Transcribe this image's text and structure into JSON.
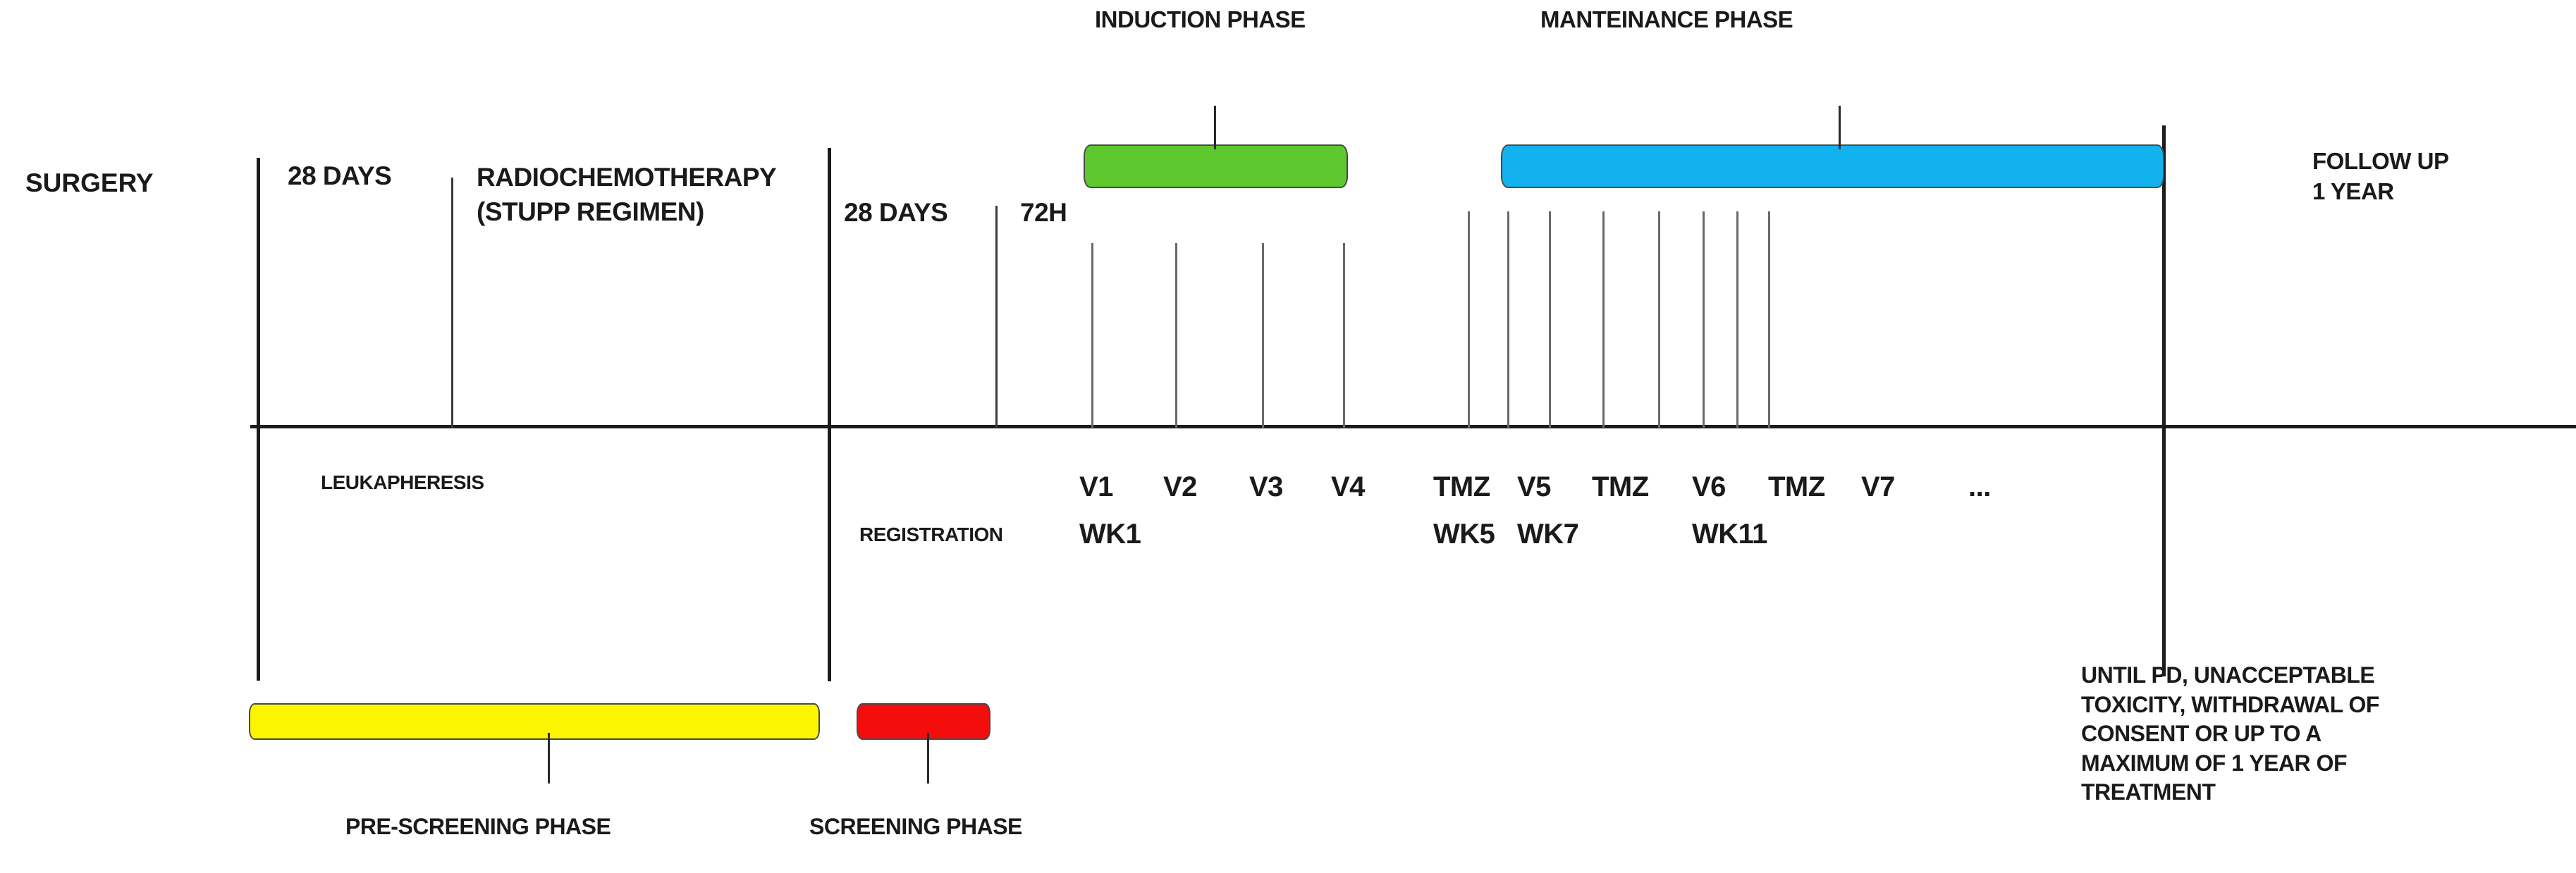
{
  "diagram": {
    "title_phases": {
      "induction": "INDUCTION PHASE",
      "maintenance": "MANTEINANCE PHASE"
    },
    "timeline_left_label": "SURGERY",
    "segments": [
      {
        "name": "interval-1",
        "label": "28 DAYS"
      },
      {
        "name": "radiochemotherapy",
        "label_line1": "RADIOCHEMOTHERAPY",
        "label_line2": "(STUPP REGIMEN)"
      },
      {
        "name": "interval-2",
        "label": "28 DAYS"
      },
      {
        "name": "interval-72h",
        "label": "72H"
      }
    ],
    "below_axis": {
      "leukapheresis": "LEUKAPHERESIS",
      "registration": "REGISTRATION"
    },
    "follow_up": {
      "line1": "FOLLOW UP",
      "line2": "1 YEAR"
    },
    "visits": [
      {
        "name": "v1",
        "top": "V1",
        "bottom": "WK1"
      },
      {
        "name": "v2",
        "top": "V2",
        "bottom": ""
      },
      {
        "name": "v3",
        "top": "V3",
        "bottom": ""
      },
      {
        "name": "v4",
        "top": "V4",
        "bottom": ""
      },
      {
        "name": "tmz-1",
        "top": "TMZ",
        "bottom": "WK5"
      },
      {
        "name": "v5",
        "top": "V5",
        "bottom": "WK7"
      },
      {
        "name": "tmz-2",
        "top": "TMZ",
        "bottom": ""
      },
      {
        "name": "v6",
        "top": "V6",
        "bottom": "WK11"
      },
      {
        "name": "tmz-3",
        "top": "TMZ",
        "bottom": ""
      },
      {
        "name": "v7",
        "top": "V7",
        "bottom": ""
      },
      {
        "name": "ellipsis",
        "top": "...",
        "bottom": ""
      }
    ],
    "phase_bars": [
      {
        "name": "induction-bar",
        "color": "#5ec82e"
      },
      {
        "name": "maintenance-bar",
        "color": "#11b2ee"
      },
      {
        "name": "pre-screening-bar",
        "color": "#fcf500",
        "caption": "PRE-SCREENING PHASE"
      },
      {
        "name": "screening-bar",
        "color": "#f40d0d",
        "caption": "SCREENING PHASE"
      }
    ],
    "end_note": {
      "line1": "UNTIL PD, UNACCEPTABLE",
      "line2": "TOXICITY, WITHDRAWAL OF",
      "line3": "CONSENT OR UP TO A",
      "line4": "MAXIMUM OF 1 YEAR OF",
      "line5": "TREATMENT"
    }
  }
}
